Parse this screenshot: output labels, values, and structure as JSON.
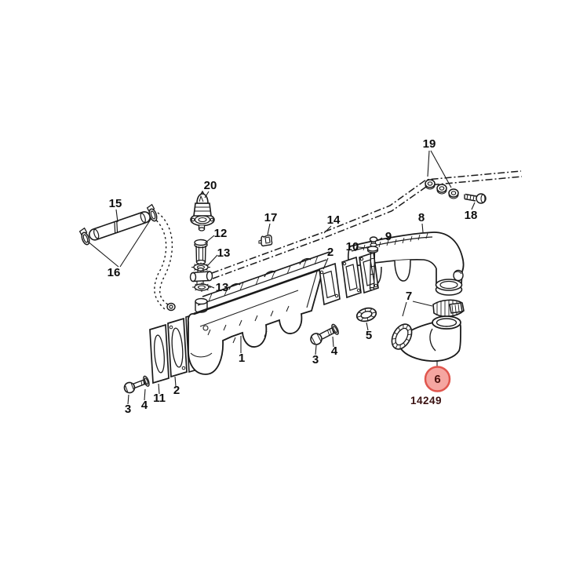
{
  "diagram": {
    "type": "exploded-parts-diagram",
    "colors": {
      "background": "#FFFFFF",
      "line": "#1A1A1A",
      "label": "#0D0D0D"
    },
    "highlight": {
      "part_label": "6",
      "circle_fill": "#F5A6A1",
      "circle_stroke": "#E0564E",
      "label_color": "#4A100C"
    },
    "drawing_number": {
      "text": "14249",
      "color": "#3A1111"
    },
    "callouts": [
      {
        "label": "19"
      },
      {
        "label": "18"
      },
      {
        "label": "15"
      },
      {
        "label": "16"
      },
      {
        "label": "20"
      },
      {
        "label": "17"
      },
      {
        "label": "12"
      },
      {
        "label": "13"
      },
      {
        "label": "13"
      },
      {
        "label": "14"
      },
      {
        "label": "8"
      },
      {
        "label": "9"
      },
      {
        "label": "10"
      },
      {
        "label": "2"
      },
      {
        "label": "7"
      },
      {
        "label": "5"
      },
      {
        "label": "4"
      },
      {
        "label": "3"
      },
      {
        "label": "1"
      },
      {
        "label": "2"
      },
      {
        "label": "11"
      },
      {
        "label": "4"
      },
      {
        "label": "3"
      }
    ]
  }
}
